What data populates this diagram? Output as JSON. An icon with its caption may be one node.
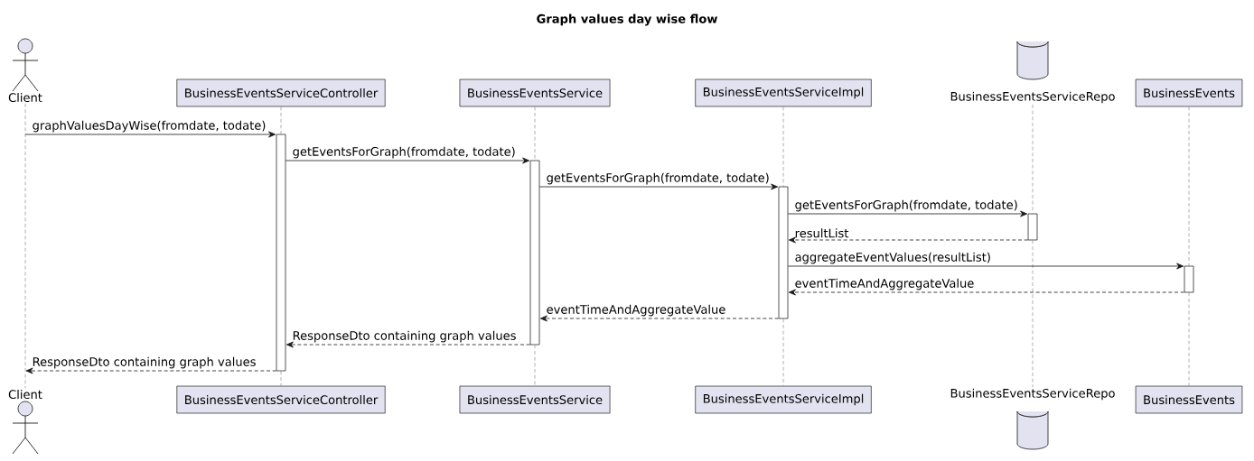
{
  "diagram": {
    "title": "Graph values day wise flow",
    "nodes": [
      {
        "text": [
          "Client"
        ]
      },
      {
        "text": [
          "BusinessEventsServiceController"
        ]
      },
      {
        "text": [
          "BusinessEventsService"
        ]
      },
      {
        "text": [
          "BusinessEventsServiceImpl"
        ]
      },
      {
        "text": [
          "BusinessEventsServiceRepo"
        ]
      },
      {
        "text": [
          "BusinessEvents"
        ]
      },
      {
        "text": [
          "Client"
        ]
      },
      {
        "text": [
          "BusinessEventsServiceController"
        ]
      },
      {
        "text": [
          "BusinessEventsService"
        ]
      },
      {
        "text": [
          "BusinessEventsServiceImpl"
        ]
      },
      {
        "text": [
          "BusinessEventsServiceRepo"
        ]
      },
      {
        "text": [
          "BusinessEvents"
        ]
      },
      {
        "text": [],
        "shape": "bar"
      },
      {
        "text": [],
        "shape": "bar"
      },
      {
        "text": [],
        "shape": "bar"
      },
      {
        "text": [],
        "shape": "bar"
      },
      {
        "text": [],
        "shape": "bar"
      }
    ],
    "edges": [
      {
        "from": 0,
        "to": 6,
        "arrow": "none",
        "style": "dashed"
      },
      {
        "from": 1,
        "to": 12,
        "arrow": "none",
        "style": "dashed"
      },
      {
        "from": 12,
        "to": 7,
        "arrow": "none",
        "style": "dashed"
      },
      {
        "from": 2,
        "to": 13,
        "arrow": "none",
        "style": "dashed"
      },
      {
        "from": 13,
        "to": 8,
        "arrow": "none",
        "style": "dashed"
      },
      {
        "from": 3,
        "to": 14,
        "arrow": "none",
        "style": "dashed"
      },
      {
        "from": 14,
        "to": 9,
        "arrow": "none",
        "style": "dashed"
      },
      {
        "from": 4,
        "to": 15,
        "arrow": "none",
        "style": "dashed"
      },
      {
        "from": 15,
        "to": 10,
        "arrow": "none",
        "style": "dashed"
      },
      {
        "from": 5,
        "to": 16,
        "arrow": "none",
        "style": "dashed"
      },
      {
        "from": 16,
        "to": 11,
        "arrow": "none",
        "style": "dashed"
      },
      {
        "from": null,
        "to": 12,
        "arrow": "to",
        "label": "graphValuesDayWise(fromdate, todate)",
        "color": "#181818"
      },
      {
        "from": 12,
        "to": 13,
        "arrow": "to",
        "label": "getEventsForGraph(fromdate, todate)",
        "color": "#181818"
      },
      {
        "from": 13,
        "to": 14,
        "arrow": "to",
        "label": "getEventsForGraph(fromdate, todate)",
        "color": "#181818"
      },
      {
        "from": 14,
        "to": 15,
        "arrow": "to",
        "label": "getEventsForGraph(fromdate, todate)",
        "color": "#181818"
      },
      {
        "from": 15,
        "to": 14,
        "arrow": "to",
        "label": "resultList",
        "style": "dashed",
        "color": "#181818"
      },
      {
        "from": 14,
        "to": 16,
        "arrow": "to",
        "label": "aggregateEventValues(resultList)",
        "color": "#181818"
      },
      {
        "from": 16,
        "to": 14,
        "arrow": "to",
        "label": "eventTimeAndAggregateValue",
        "style": "dashed",
        "color": "#181818"
      },
      {
        "from": 14,
        "to": 13,
        "arrow": "to",
        "label": "eventTimeAndAggregateValue",
        "style": "dashed",
        "color": "#181818"
      },
      {
        "from": 13,
        "to": 12,
        "arrow": "to",
        "label": "ResponseDto containing graph values",
        "style": "dashed",
        "color": "#181818"
      },
      {
        "from": 12,
        "to": null,
        "arrow": "to",
        "label": "ResponseDto containing graph values",
        "style": "dashed",
        "color": "#181818"
      }
    ]
  }
}
